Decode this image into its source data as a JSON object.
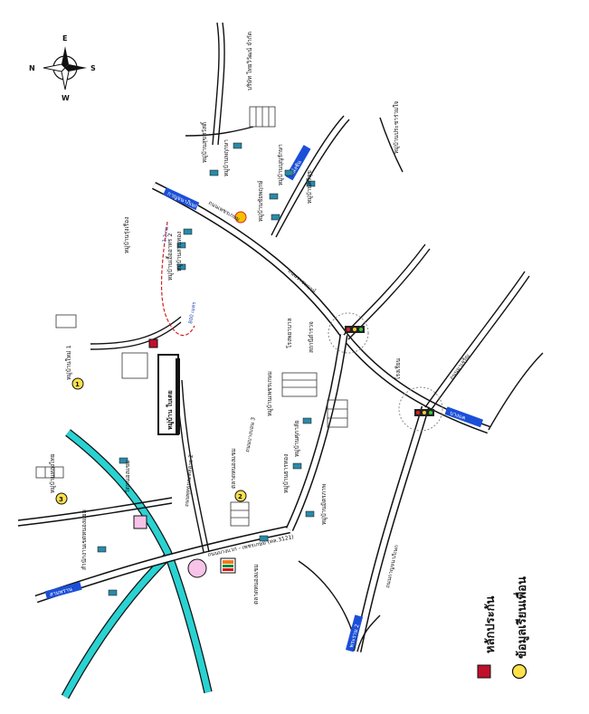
{
  "compass": {
    "north": "N",
    "east": "E",
    "south": "S",
    "west": "W"
  },
  "title_box": {
    "text": "หมู่บ้าน ใบเตย"
  },
  "legend": {
    "items": [
      {
        "label": "หลักประกัน",
        "symbol": "red-square-icon",
        "color": "#c0102a"
      },
      {
        "label": "ข้อมูลเรียนเพื่อน",
        "symbol": "yellow-circle-icon",
        "color": "#ffe14a"
      }
    ]
  },
  "markers": [
    {
      "number": "1",
      "label": "หมู่บ้านใหม่ 1"
    },
    {
      "number": "2",
      "label": "ตลาดหนองแขม"
    },
    {
      "number": "3",
      "label": "หมู่บ้านทองไทย"
    }
  ],
  "roads": [
    {
      "name": "ถนนเพชรเกษม"
    },
    {
      "name": "ถนนบางแวก - เพชรเกษม (ทล.3121)"
    },
    {
      "name": "ถนนกาญจนาภิเษก"
    },
    {
      "name": "ถนนราชพฤกษ์"
    },
    {
      "name": "ถนนพุทธมณฑลสาย 2"
    },
    {
      "name": "ถนนมาเจริญ"
    },
    {
      "name": "ถนนบางบอน 3"
    }
  ],
  "road_signs": [
    {
      "text": "กาญจนาภิเษก"
    },
    {
      "text": "บางแค"
    },
    {
      "text": "สามพราน"
    },
    {
      "text": "พระราม 2"
    },
    {
      "text": "ตลิ่งชัน"
    }
  ],
  "places": [
    {
      "label": "บริษัท ไทยวิวัฒน์ จำกัด"
    },
    {
      "label": "หมู่บ้านสุขสวัสดิ์"
    },
    {
      "label": "หมู่บ้านพฤกษา"
    },
    {
      "label": "หมู่บ้านเอื้ออาทร 2"
    },
    {
      "label": "หมู่บ้านชัยพฤกษ์"
    },
    {
      "label": "หมู่บ้านบุญรักษา"
    },
    {
      "label": "หมู่บ้านศรีสุข"
    },
    {
      "label": "หมู่บ้านรุ่งเรือง"
    },
    {
      "label": "หมู่บ้านสวนทอง"
    },
    {
      "label": "วัดหนองแขม"
    },
    {
      "label": "โรงพยาบาล"
    },
    {
      "label": "สถานีตำรวจ"
    },
    {
      "label": "โรงเรียน"
    },
    {
      "label": "หมู่บ้านเพชรเกษม"
    },
    {
      "label": "หมู่บ้านศุภาลัย"
    },
    {
      "label": "หมู่บ้านธารทอง"
    },
    {
      "label": "สำนักงานเขตหนองแขม"
    },
    {
      "label": "ตลาดหนองแขม"
    },
    {
      "label": "หมู่บ้านมิตรภาพ"
    },
    {
      "label": "หมู่บ้านประชาร่วมใจ"
    }
  ],
  "distance_labels": [
    {
      "text": "1.2 กม."
    },
    {
      "text": "800 เมตร"
    }
  ],
  "colors": {
    "canal": "#2ad2d2",
    "road_sign": "#1b4fd8",
    "route": "#d22222"
  }
}
